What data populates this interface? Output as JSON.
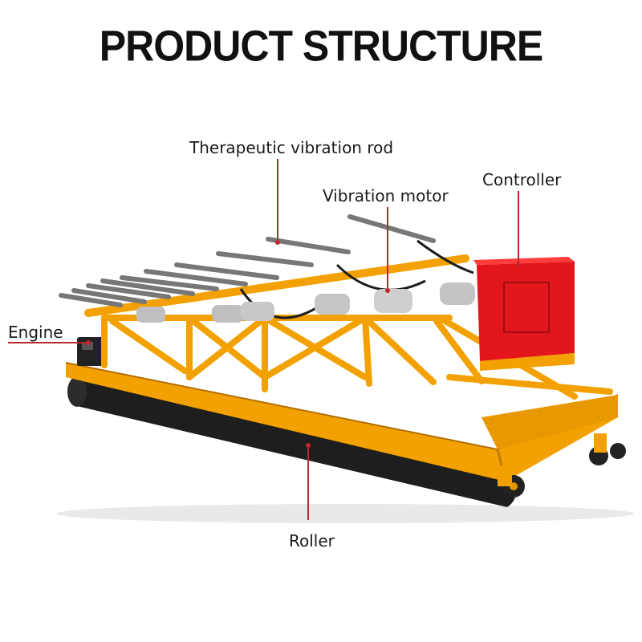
{
  "title": "PRODUCT STRUCTURE",
  "labels": {
    "rod": "Therapeutic vibration rod",
    "motor": "Vibration motor",
    "controller": "Controller",
    "engine": "Engine",
    "roller": "Roller"
  },
  "colors": {
    "frame": "#f2a100",
    "frame_dark": "#d98500",
    "controller_box": "#e3161b",
    "roller": "#1c1c1c",
    "leader_line": "#c0262c"
  }
}
